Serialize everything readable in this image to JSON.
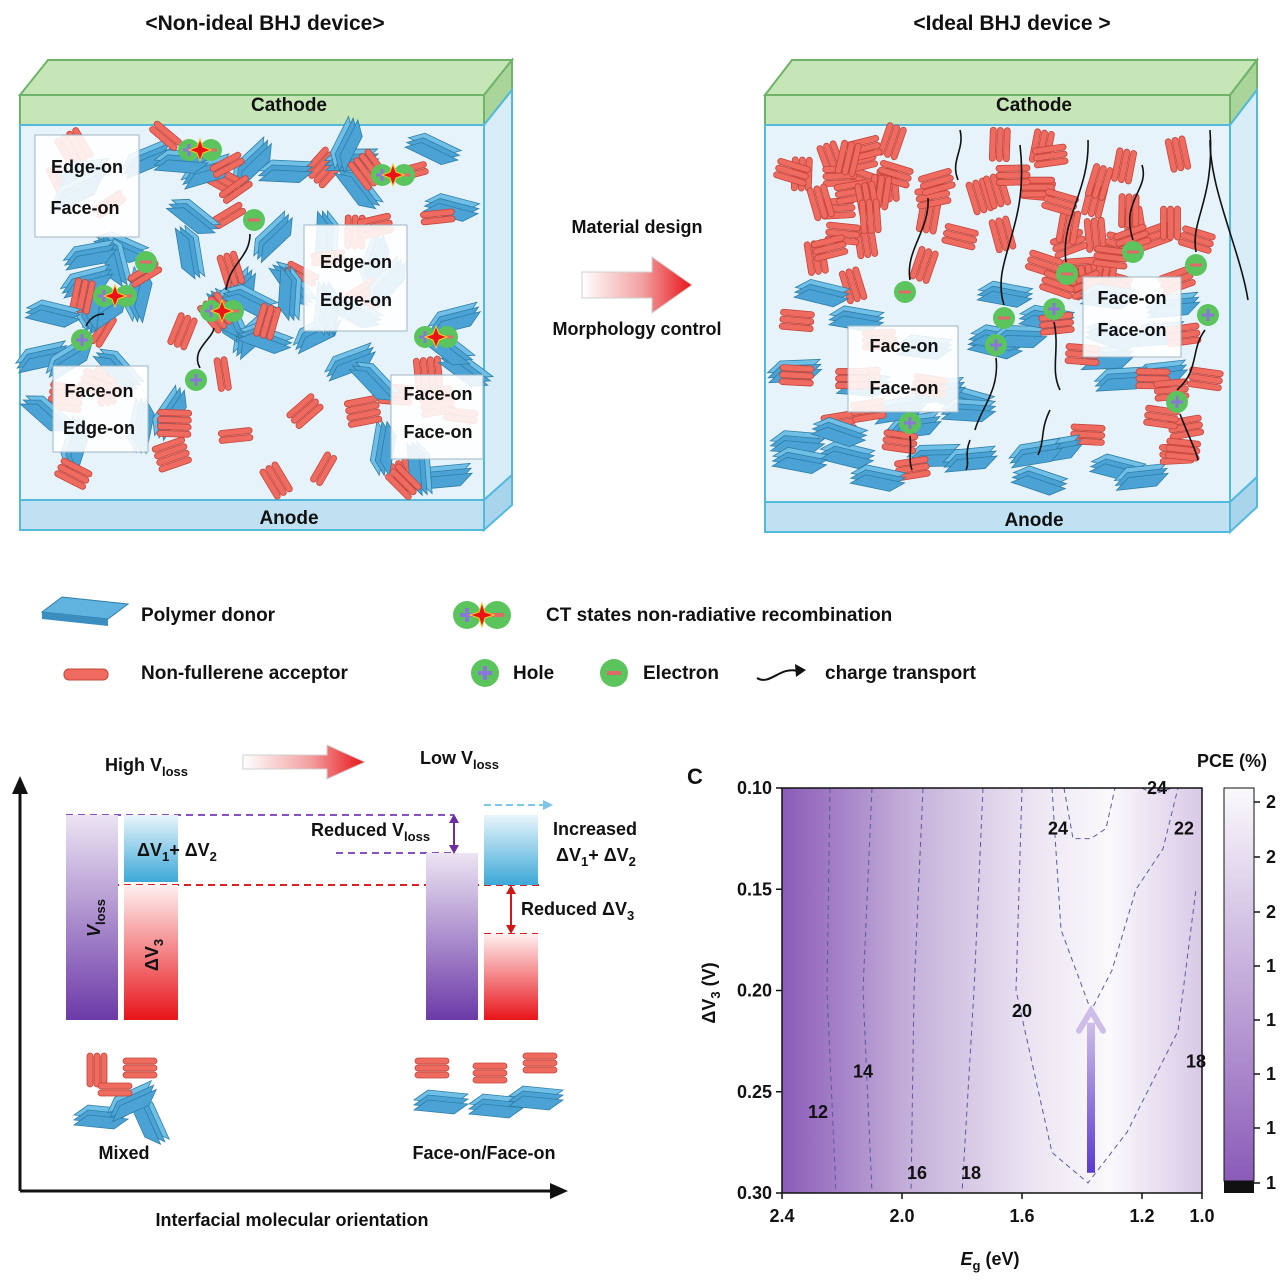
{
  "top": {
    "left_title": "<Non-ideal BHJ device>",
    "right_title": "<Ideal BHJ device >",
    "cathode": "Cathode",
    "anode": "Anode",
    "arrow_top": "Material design",
    "arrow_bottom": "Morphology control",
    "left_boxes": [
      {
        "top": "Edge-on",
        "bottom": "Face-on"
      },
      {
        "top": "Edge-on",
        "bottom": "Edge-on"
      },
      {
        "top": "Face-on",
        "bottom": "Edge-on"
      },
      {
        "top": "Face-on",
        "bottom": "Face-on"
      }
    ],
    "right_boxes": [
      {
        "top": "Face-on",
        "bottom": "Face-on"
      },
      {
        "top": "Face-on",
        "bottom": "Face-on"
      }
    ]
  },
  "legend": {
    "donor": "Polymer donor",
    "acceptor": "Non-fullerene acceptor",
    "ct": "CT states non-radiative recombination",
    "hole": "Hole",
    "electron": "Electron",
    "transport": "charge transport"
  },
  "energy": {
    "high": "High V",
    "low": "Low V",
    "loss_sub": "loss",
    "vloss_bar": "V",
    "dv3_bar": "ΔV",
    "dv3_sub": "3",
    "dv12_a": "ΔV",
    "dv12_sub1": "1",
    "dv12_plus": "+ ΔV",
    "dv12_sub2": "2",
    "reduced_vloss": "Reduced V",
    "increased": "Increased",
    "increased_2": "ΔV",
    "reduced_dv3": "Reduced ΔV",
    "mixed": "Mixed",
    "faceon": "Face-on/Face-on",
    "xaxis": "Interfacial molecular orientation"
  },
  "contour": {
    "panel": "C",
    "colorbar_title": "PCE (%)",
    "xlabel_main": "E",
    "xlabel_sub": "g",
    "xlabel_unit": "(eV)",
    "ylabel_main": "ΔV",
    "ylabel_sub": "3",
    "ylabel_unit": "(V)",
    "colorbar_ticks": [
      "2",
      "2",
      "2",
      "1",
      "1",
      "1",
      "1",
      "1"
    ]
  },
  "chart_data": {
    "type": "heatmap",
    "xlabel": "Eg (eV)",
    "ylabel": "ΔV3 (V)",
    "colorbar_label": "PCE (%)",
    "x_ticks": [
      "2.4",
      "2.0",
      "1.6",
      "1.2",
      "1.0"
    ],
    "x_tick_values": [
      2.4,
      2.0,
      1.6,
      1.2,
      1.0
    ],
    "xlim": [
      2.4,
      1.0
    ],
    "y_ticks": [
      "0.10",
      "0.15",
      "0.20",
      "0.25",
      "0.30"
    ],
    "y_tick_values": [
      0.1,
      0.15,
      0.2,
      0.25,
      0.3
    ],
    "ylim": [
      0.1,
      0.3
    ],
    "y_inverted": true,
    "contour_levels": [
      12,
      14,
      16,
      18,
      20,
      22,
      24
    ],
    "contour_labels": [
      {
        "text": "12",
        "x": 2.28,
        "y": 0.26
      },
      {
        "text": "14",
        "x": 2.13,
        "y": 0.24
      },
      {
        "text": "16",
        "x": 1.95,
        "y": 0.29
      },
      {
        "text": "18",
        "x": 1.77,
        "y": 0.29
      },
      {
        "text": "20",
        "x": 1.6,
        "y": 0.21
      },
      {
        "text": "24",
        "x": 1.48,
        "y": 0.12
      },
      {
        "text": "24",
        "x": 1.15,
        "y": 0.1
      },
      {
        "text": "22",
        "x": 1.06,
        "y": 0.12
      },
      {
        "text": "18",
        "x": 1.02,
        "y": 0.235
      }
    ],
    "arrow": {
      "x": 1.37,
      "from_y": 0.29,
      "to_y": 0.21
    },
    "colors": {
      "low": "#8a5bb8",
      "high": "#fbf9fc"
    }
  }
}
